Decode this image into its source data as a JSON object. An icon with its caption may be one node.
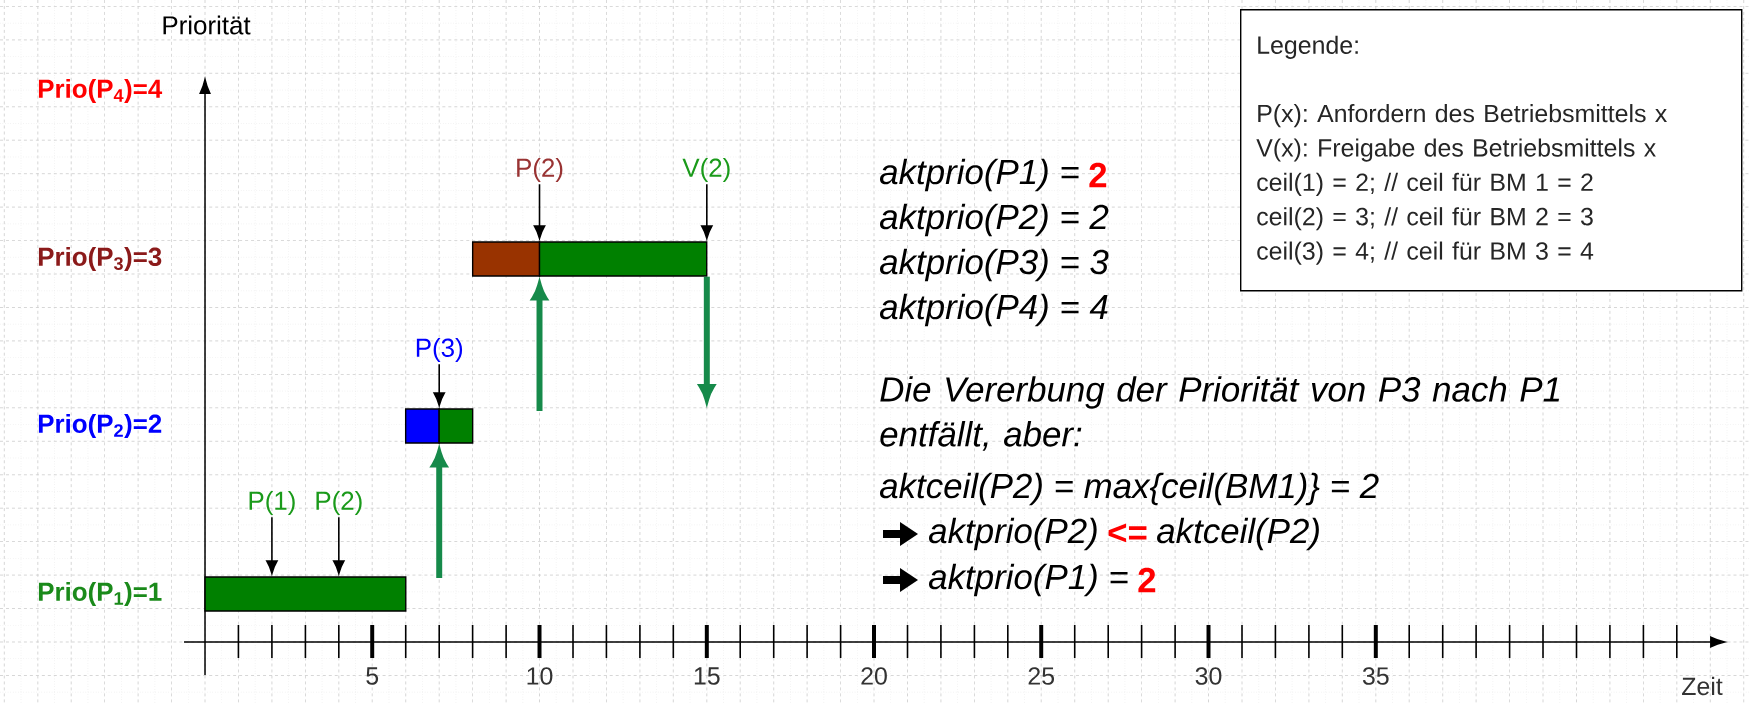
{
  "diagram": {
    "nodes": [
      {
        "text": [],
        "shape": "bar"
      },
      {
        "text": [],
        "shape": "bar"
      },
      {
        "text": [],
        "shape": "bar"
      },
      {
        "text": [],
        "shape": "bar"
      },
      {
        "text": [],
        "shape": "bar"
      },
      {
        "text": [
          "P(1)"
        ]
      },
      {
        "text": [
          "P(2)"
        ]
      },
      {
        "text": [
          "P(3)"
        ]
      },
      {
        "text": [
          "P(2)"
        ]
      },
      {
        "text": [
          "V(2)"
        ]
      },
      {
        "text": [
          "Legende:",
          "P(x): Anfordern des Betriebsmittels x",
          "V(x): Freigabe des Betriebsmittels x",
          "ceil(1) = 2; // ceil für BM 1 = 2",
          "ceil(2) = 3; // ceil für BM 2 = 3",
          "ceil(3) = 4; // ceil für BM 3 = 4"
        ]
      }
    ],
    "edges": [
      {
        "from": 5,
        "to": 0,
        "arrow": "to"
      },
      {
        "from": 6,
        "to": 0,
        "arrow": "to"
      },
      {
        "from": 7,
        "to": 2,
        "arrow": "to"
      },
      {
        "from": 8,
        "to": 4,
        "arrow": "to"
      },
      {
        "from": 9,
        "to": 4,
        "arrow": "to"
      },
      {
        "from": null,
        "to": 2,
        "arrow": "to",
        "style": "thick",
        "color": "#168a4a"
      },
      {
        "from": null,
        "to": 4,
        "arrow": "to",
        "style": "thick",
        "color": "#168a4a"
      },
      {
        "from": 4,
        "to": null,
        "arrow": "to",
        "style": "thick",
        "color": "#168a4a"
      }
    ],
    "labels": [
      "Priorität",
      "Prio(P$_{4}$)=4",
      "Prio(P$_{3}$)=3",
      "Prio(P$_{2}$)=2",
      "Prio(P$_{1}$)=1",
      "aktprio(P1) =",
      "2",
      "aktprio(P2) = 2",
      "aktprio(P3) = 3",
      "aktprio(P4) = 4",
      "Die Vererbung der Priorität von P3 nach P1 entfällt, aber:",
      "aktceil(P2) = max{ceil(BM1)} = 2",
      "aktprio(P2)",
      "<=",
      "aktceil(P2)",
      "aktprio(P1) =",
      "2",
      "5",
      "10",
      "15",
      "20",
      "25",
      "30",
      "35",
      "Zeit"
    ]
  }
}
